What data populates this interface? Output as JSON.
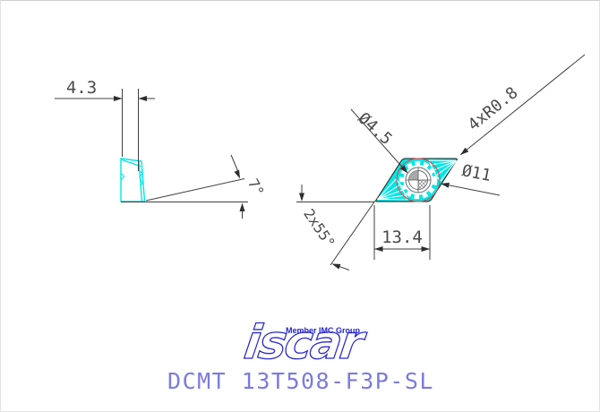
{
  "title": "DCMT 13T508-F3P-SL",
  "logo": {
    "brand": "iscar",
    "tagline": "Member IMC Group"
  },
  "side_view": {
    "thickness": "4.3",
    "clearance_angle": "7°"
  },
  "top_view": {
    "hole_diameter": "Ø4.5",
    "corner_radius": "4xR0.8",
    "inscribed_circle": "Ø11",
    "cutting_edge_length": "13.4",
    "nose_angle": "2x55°"
  },
  "colors": {
    "insert_cyan": "#00e6e6",
    "reference_circle_red": "#ff3b3b",
    "dimension_gray": "#4a4a4a",
    "logo_blue": "#2222cc",
    "title_periwinkle": "#7b7bdf"
  }
}
